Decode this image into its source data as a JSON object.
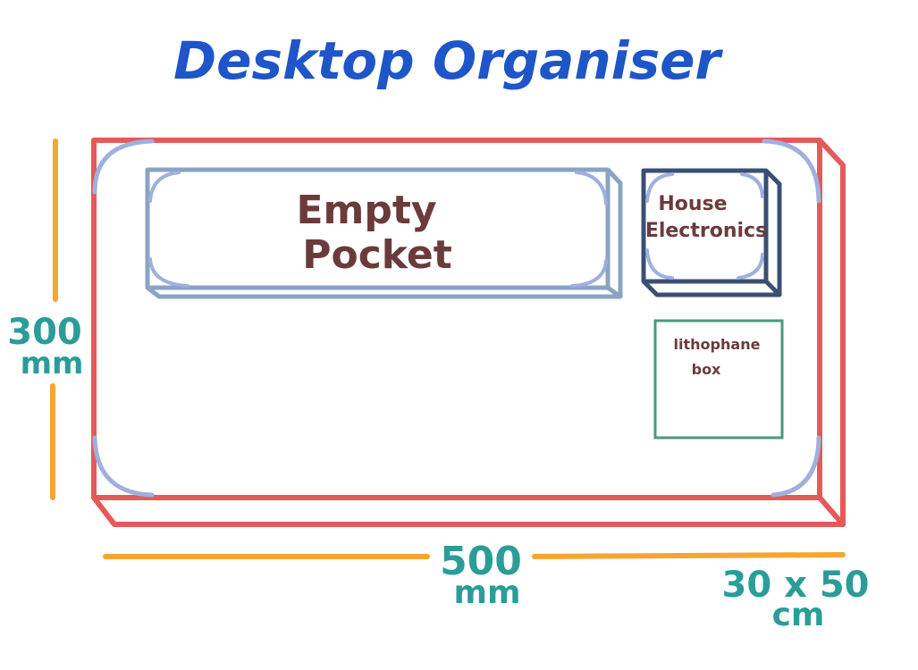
{
  "title": "Desktop Organiser",
  "compartments": {
    "empty_pocket": {
      "line1": "Empty",
      "line2": "Pocket"
    },
    "house_electronics": {
      "line1": "House",
      "line2": "Electronics"
    },
    "lithophane_box": {
      "line1": "lithophane",
      "line2": "box"
    }
  },
  "dimensions": {
    "height": {
      "value": "300",
      "unit": "mm"
    },
    "width": {
      "value": "500",
      "unit": "mm"
    },
    "size_note": {
      "value": "30 x 50",
      "unit": "cm"
    }
  },
  "colors": {
    "title": "#1e55c8",
    "tray": "#e45a5a",
    "corner_arc": "#9fb0df",
    "empty_pocket": "#8aa3c2",
    "house_electronics": "#3b4f73",
    "lithophane_box": "#4a9a7a",
    "compartment_text": "#6b3b3b",
    "dimension_line": "#f7a531",
    "dimension_text": "#2a9d98"
  }
}
